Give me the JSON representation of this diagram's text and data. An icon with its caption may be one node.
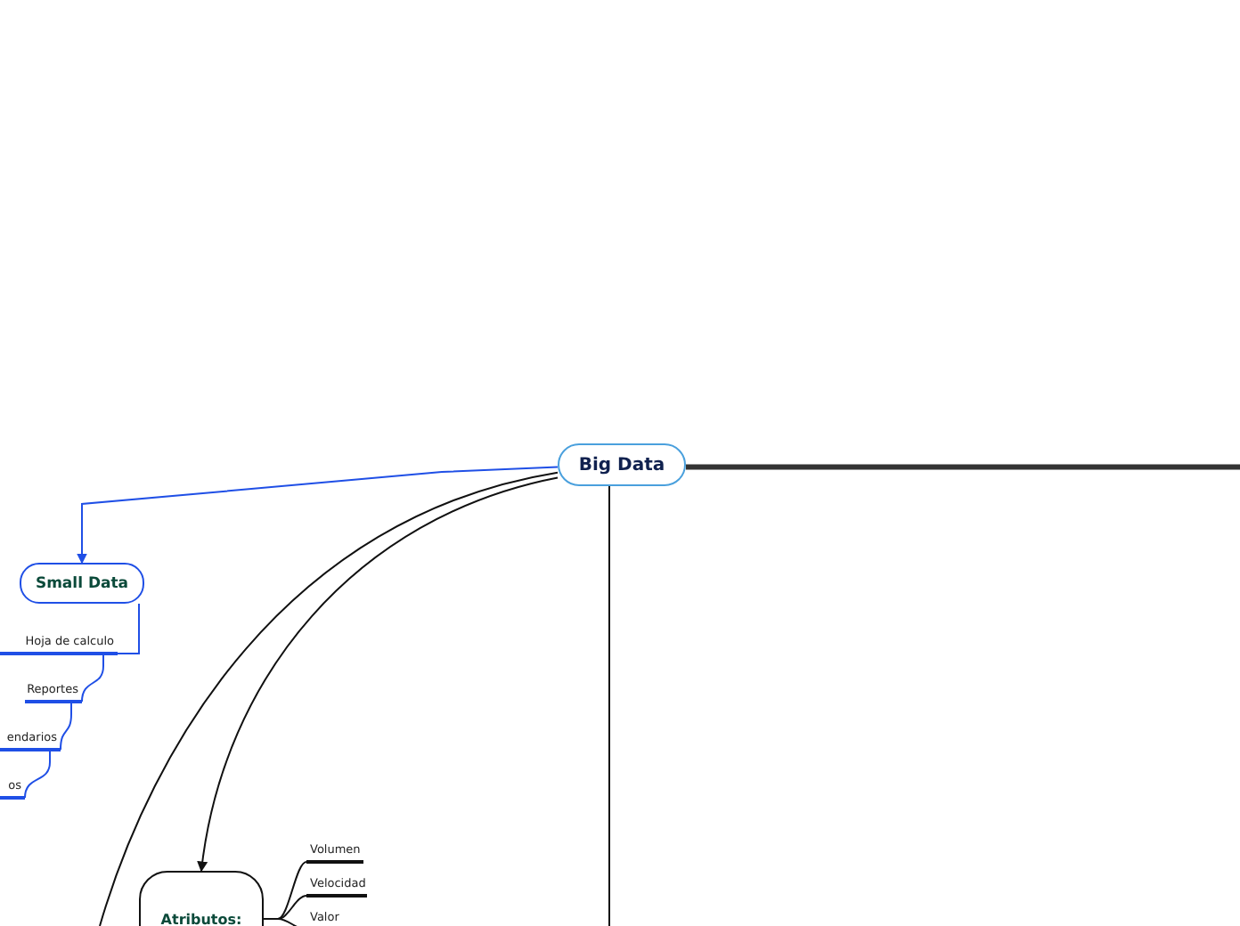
{
  "diagram": {
    "nodes": [
      {
        "text": [
          "Big Data"
        ]
      },
      {
        "text": [
          "Small Data"
        ]
      },
      {
        "text": [
          "Hoja de calculo"
        ]
      },
      {
        "text": [
          "Reportes"
        ]
      },
      {
        "text": [
          "endarios"
        ]
      },
      {
        "text": [
          "os"
        ]
      },
      {
        "text": [
          "Atributos:"
        ]
      },
      {
        "text": [
          "Volumen"
        ]
      },
      {
        "text": [
          "Velocidad"
        ]
      },
      {
        "text": [
          "Valor"
        ]
      }
    ],
    "edges": [
      {
        "from": 0,
        "to": 1,
        "arrow": "to",
        "color": "#1f4fe6"
      },
      {
        "from": 1,
        "to": 2,
        "arrow": "none",
        "color": "#1f4fe6"
      },
      {
        "from": 2,
        "to": 3,
        "arrow": "none",
        "color": "#1f4fe6"
      },
      {
        "from": 3,
        "to": 4,
        "arrow": "none",
        "color": "#1f4fe6"
      },
      {
        "from": 4,
        "to": 5,
        "arrow": "none",
        "color": "#1f4fe6"
      },
      {
        "from": 0,
        "to": 6,
        "arrow": "to"
      },
      {
        "from": 0,
        "to": null,
        "arrow": "none"
      },
      {
        "from": 0,
        "to": null,
        "arrow": "none",
        "style": "thick"
      },
      {
        "from": 0,
        "to": null,
        "arrow": "none"
      },
      {
        "from": 6,
        "to": 7,
        "arrow": "none"
      },
      {
        "from": 6,
        "to": 8,
        "arrow": "none"
      },
      {
        "from": 6,
        "to": 9,
        "arrow": "none"
      }
    ]
  }
}
